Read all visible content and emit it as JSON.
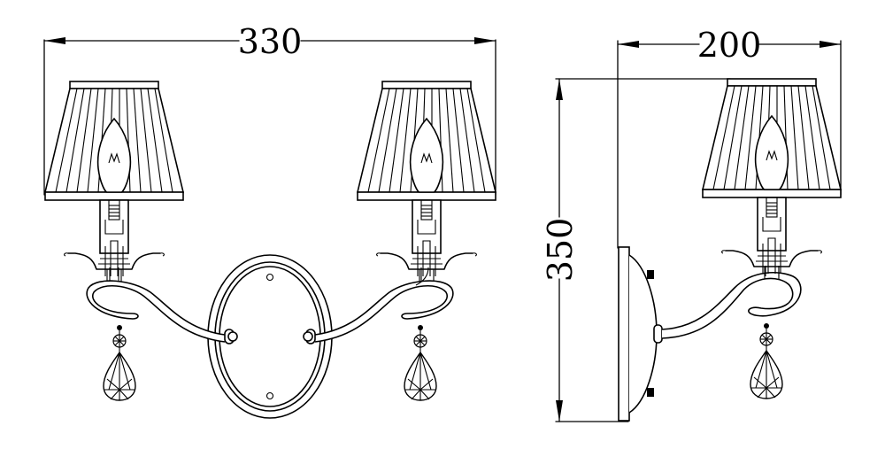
{
  "drawing": {
    "subject": "Two-arm wall sconce with pleated shades and crystal drops",
    "views": [
      "front-view",
      "side-view"
    ],
    "line_color": "#000000",
    "background": "#ffffff"
  },
  "dimensions": {
    "width": {
      "label": "330",
      "orientation": "horizontal",
      "view": "front"
    },
    "depth": {
      "label": "200",
      "orientation": "horizontal",
      "view": "side"
    },
    "height": {
      "label": "350",
      "orientation": "vertical",
      "view": "side"
    }
  }
}
